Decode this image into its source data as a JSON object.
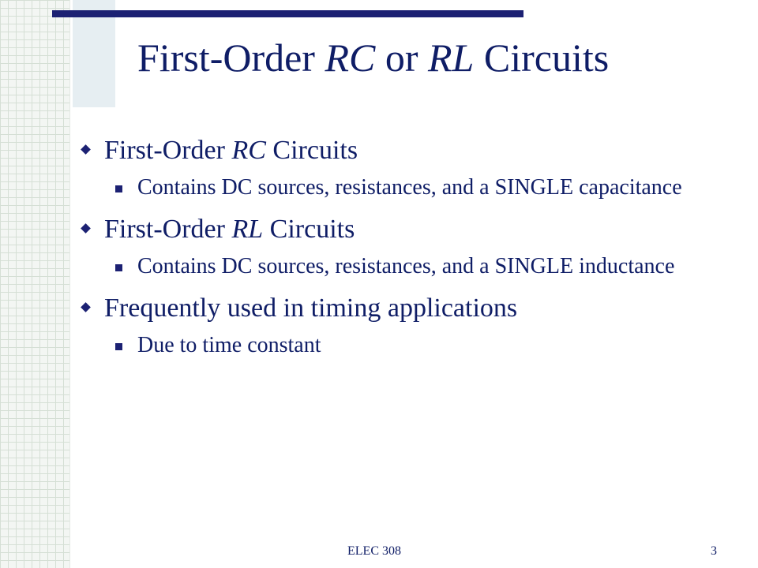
{
  "slide": {
    "title": {
      "part1": "First-Order ",
      "rc": "RC",
      "part2": " or ",
      "rl": "RL",
      "part3": " Circuits"
    },
    "bullets": [
      {
        "pre": "First-Order ",
        "em": "RC",
        "post": " Circuits",
        "sub": [
          "Contains DC sources, resistances, and a SINGLE capacitance"
        ]
      },
      {
        "pre": "First-Order ",
        "em": "RL",
        "post": " Circuits",
        "sub": [
          "Contains DC sources, resistances, and a SINGLE inductance"
        ]
      },
      {
        "pre": "Frequently used in timing applications",
        "em": "",
        "post": "",
        "sub": [
          "Due to time constant"
        ]
      }
    ],
    "footer": {
      "course": "ELEC 308",
      "page_number": "3"
    }
  },
  "colors": {
    "text": "#0f1d66",
    "accent_rule": "#1c2173",
    "grid_bg": "#f3f6f3"
  },
  "icons": {
    "level1_bullet": "diamond-bullet-icon",
    "level2_bullet": "square-bullet-icon"
  }
}
